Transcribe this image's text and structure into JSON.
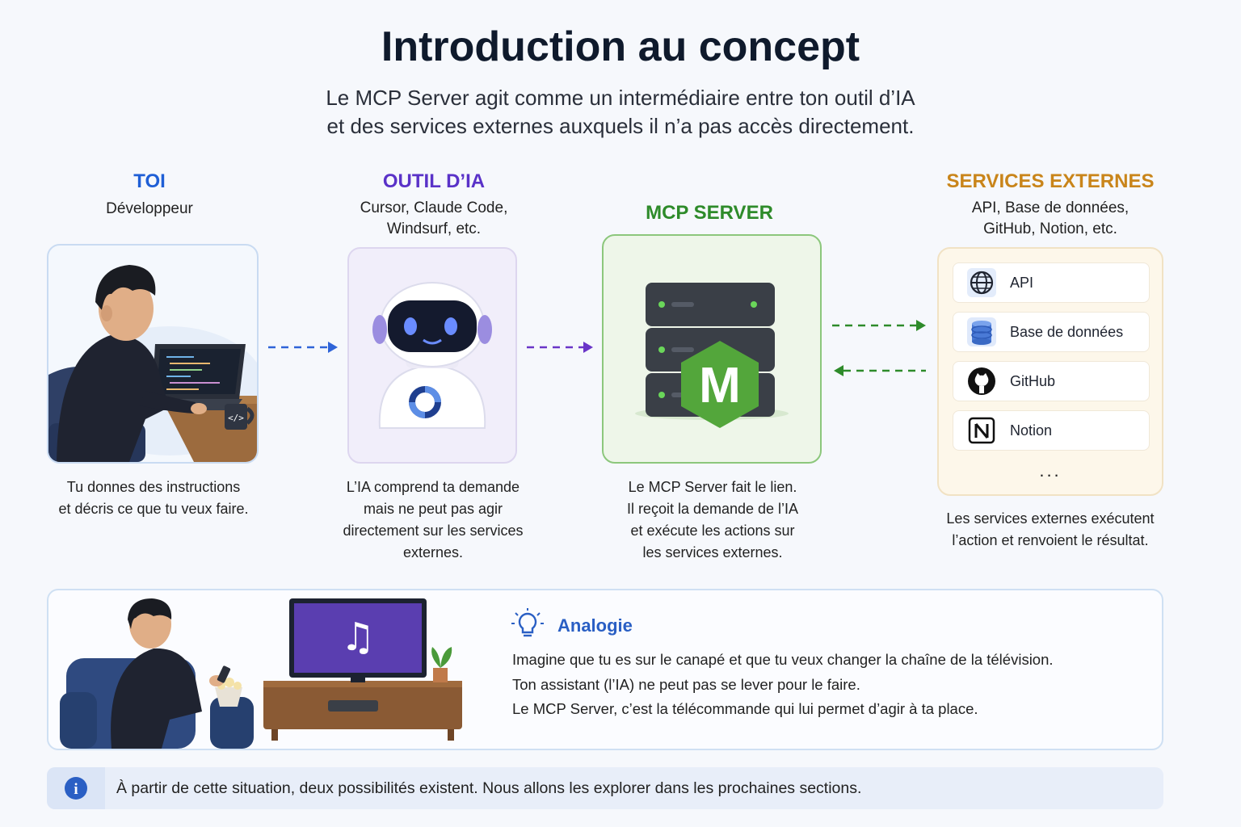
{
  "header": {
    "title": "Introduction au concept",
    "subtitle_line1": "Le MCP Server agit comme un intermédiaire entre ton outil d’IA",
    "subtitle_line2": "et des services externes auxquels il n’a pas accès directement."
  },
  "columns": {
    "dev": {
      "title": "TOI",
      "subtitle": "Développeur",
      "desc_line1": "Tu donnes des instructions",
      "desc_line2": "et décris ce que tu veux faire.",
      "color": "#1f5fd6"
    },
    "ai": {
      "title": "OUTIL D’IA",
      "subtitle_line1": "Cursor, Claude Code,",
      "subtitle_line2": "Windsurf, etc.",
      "desc_line1": "L’IA comprend ta demande",
      "desc_line2": "mais ne peut pas agir",
      "desc_line3": "directement sur les services",
      "desc_line4": "externes.",
      "color": "#5a32c8"
    },
    "mcp": {
      "title": "MCP SERVER",
      "logo_letter": "M",
      "desc_line1": "Le MCP Server fait le lien.",
      "desc_line2": "Il reçoit la demande de l’IA",
      "desc_line3": "et exécute les actions sur",
      "desc_line4": "les services externes.",
      "color": "#2e8b2a"
    },
    "services": {
      "title": "SERVICES EXTERNES",
      "subtitle_line1": "API, Base de données,",
      "subtitle_line2": "GitHub, Notion, etc.",
      "items": [
        {
          "label": "API",
          "icon": "globe-icon"
        },
        {
          "label": "Base de données",
          "icon": "database-icon"
        },
        {
          "label": "GitHub",
          "icon": "github-icon"
        },
        {
          "label": "Notion",
          "icon": "notion-icon"
        }
      ],
      "more": "...",
      "desc_line1": "Les services externes exécutent",
      "desc_line2": "l’action et renvoient le résultat.",
      "color": "#c9851a"
    }
  },
  "analogy": {
    "title": "Analogie",
    "line1": "Imagine que tu es sur le canapé et que tu veux changer la chaîne de la télévision.",
    "line2": "Ton assistant (l’IA) ne peut pas se lever pour le faire.",
    "line3": "Le MCP Server, c’est la télécommande qui lui permet d’agir à ta place.",
    "tv_symbol": "♫"
  },
  "info": {
    "text": "À partir de cette situation, deux possibilités existent. Nous allons les explorer dans les prochaines sections.",
    "icon_letter": "i"
  },
  "illustrations": {
    "code_mug_label": "</>"
  }
}
